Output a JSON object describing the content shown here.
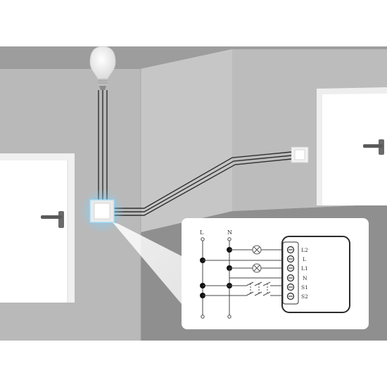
{
  "colors": {
    "ceiling": "#9a9a9a",
    "wall_left": "#b8b8b8",
    "wall_far": "#c9c9c9",
    "wall_right": "#bdbdbd",
    "floor": "#8e8e8e",
    "door_frame": "#f2f2f2",
    "door_leaf": "#ffffff",
    "wire": "#2e2e2e",
    "glow": "#7fd3ff",
    "panel_bg": "#ffffff"
  },
  "icons": {
    "bulb": "light-bulb-icon",
    "lamp": "lamp-cross-icon",
    "module": "smart-switch-module-icon",
    "wall_switch": "wall-switch-icon",
    "door_handle": "door-handle-icon"
  },
  "diagram": {
    "supply_labels": {
      "live": "L",
      "neutral": "N"
    },
    "terminals": [
      "L2",
      "L",
      "L1",
      "N",
      "S1",
      "S2"
    ]
  }
}
